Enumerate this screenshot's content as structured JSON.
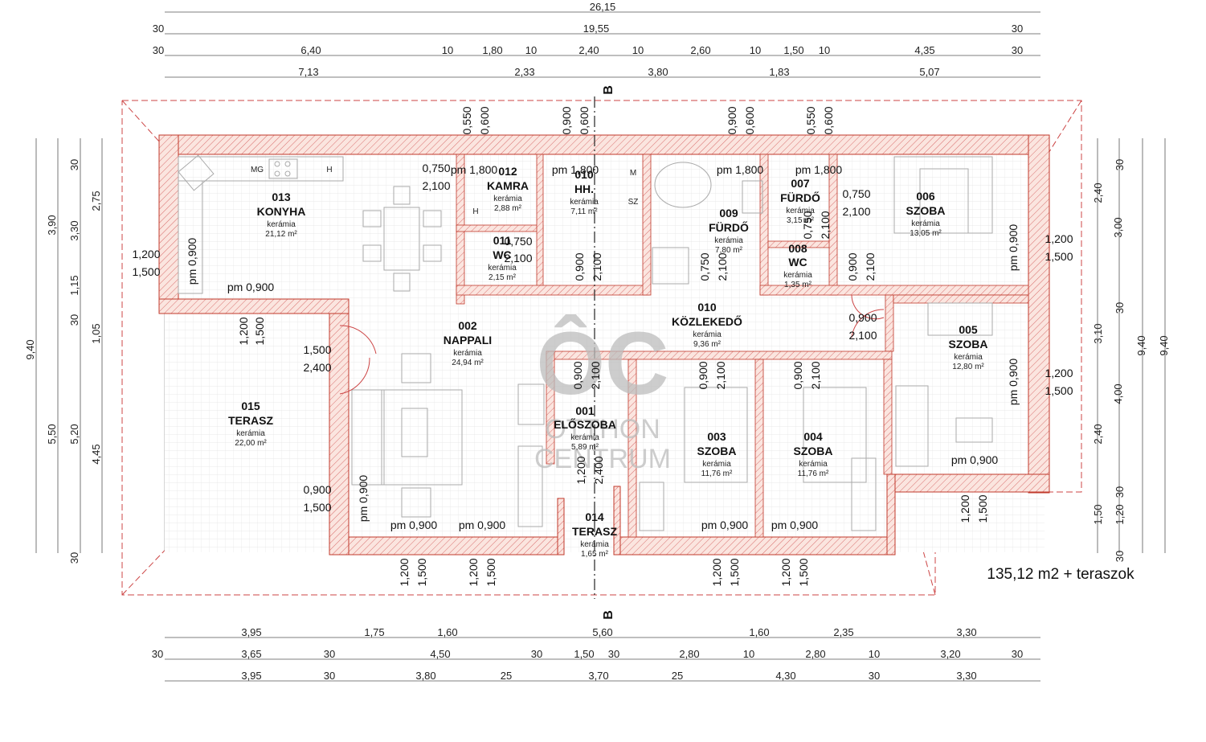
{
  "plan": {
    "total_area_label": "135,12 m2 + teraszok",
    "section_marker": "B",
    "watermark_big": "ÔC",
    "watermark_line1": "OTTHON",
    "watermark_line2": "CENTRUM",
    "top_dims": {
      "row1": [
        "26,15"
      ],
      "row2": [
        "30",
        "19,55",
        "30"
      ],
      "row3": [
        "30",
        "6,40",
        "10",
        "1,80",
        "10",
        "2,40",
        "10",
        "2,60",
        "10",
        "1,50",
        "10",
        "4,35",
        "30"
      ],
      "row4": [
        "7,13",
        "2,33",
        "3,80",
        "1,83",
        "5,07"
      ]
    },
    "bottom_dims": {
      "row1": [
        "3,95",
        "1,75",
        "1,60",
        "5,60",
        "1,60",
        "2,35",
        "3,30"
      ],
      "row2": [
        "30",
        "3,65",
        "30",
        "4,50",
        "30",
        "1,50",
        "30",
        "2,80",
        "10",
        "2,80",
        "10",
        "3,20",
        "30"
      ],
      "row3": [
        "3,95",
        "30",
        "3,80",
        "25",
        "3,70",
        "25",
        "4,30",
        "30",
        "3,30"
      ]
    },
    "left_dims": {
      "outer": [
        "9,40"
      ],
      "mid": [
        "3,90",
        "5,50"
      ],
      "inner": [
        "30",
        "3,30",
        "1,15",
        "30",
        "5,20",
        "30"
      ],
      "inner2": [
        "2,75",
        "1,05",
        "4,45"
      ]
    },
    "right_dims": {
      "outer": [
        "9,40"
      ],
      "mid": [
        "9,40"
      ],
      "inner": [
        "3,00",
        "3,10",
        "4,00",
        "1,50"
      ],
      "inner2": [
        "30",
        "2,40",
        "30",
        "2,40",
        "30",
        "1,20",
        "30"
      ]
    },
    "rooms": [
      {
        "num": "013",
        "name": "KONYHA",
        "floor": "kerámia",
        "area": "21,12 m²"
      },
      {
        "num": "012",
        "name": "KAMRA",
        "floor": "kerámia",
        "area": "2,88 m²"
      },
      {
        "num": "010",
        "name": "HH.",
        "floor": "kerámia",
        "area": "7,11 m²"
      },
      {
        "num": "011",
        "name": "WC",
        "floor": "kerámia",
        "area": "2,15 m²"
      },
      {
        "num": "009",
        "name": "FÜRDŐ",
        "floor": "kerámia",
        "area": "7,80 m²"
      },
      {
        "num": "007",
        "name": "FÜRDŐ",
        "floor": "kerámia",
        "area": "3,15 m²"
      },
      {
        "num": "008",
        "name": "WC",
        "floor": "kerámia",
        "area": "1,35 m²"
      },
      {
        "num": "006",
        "name": "SZOBA",
        "floor": "kerámia",
        "area": "13,05 m²"
      },
      {
        "num": "002",
        "name": "NAPPALI",
        "floor": "kerámia",
        "area": "24,94 m²"
      },
      {
        "num": "010",
        "name": "KÖZLEKEDŐ",
        "floor": "kerámia",
        "area": "9,36 m²"
      },
      {
        "num": "005",
        "name": "SZOBA",
        "floor": "kerámia",
        "area": "12,80 m²"
      },
      {
        "num": "015",
        "name": "TERASZ",
        "floor": "kerámia",
        "area": "22,00 m²"
      },
      {
        "num": "001",
        "name": "ELŐSZOBA",
        "floor": "kerámia",
        "area": "5,89 m²"
      },
      {
        "num": "003",
        "name": "SZOBA",
        "floor": "kerámia",
        "area": "11,76 m²"
      },
      {
        "num": "004",
        "name": "SZOBA",
        "floor": "kerámia",
        "area": "11,76 m²"
      },
      {
        "num": "014",
        "name": "TERASZ",
        "floor": "kerámia",
        "area": "1,65 m²"
      }
    ],
    "openings": {
      "pm": [
        "pm 1,800",
        "pm 1,800",
        "pm 1,800",
        "pm 1,800",
        "pm 0,900",
        "pm 0,900",
        "pm 0,900",
        "pm 0,900",
        "pm 0,900",
        "pm 0,900",
        "pm 0,900",
        "pm 0,900",
        "pm 0,900",
        "pm 0,900"
      ],
      "widths": [
        "1,200",
        "1,500",
        "0,900",
        "2,100",
        "0,750",
        "2,100",
        "0,550",
        "0,600",
        "1,500",
        "2,400"
      ]
    },
    "kitchen_labels": [
      "MG",
      "H",
      "M",
      "SZ",
      "H"
    ]
  }
}
